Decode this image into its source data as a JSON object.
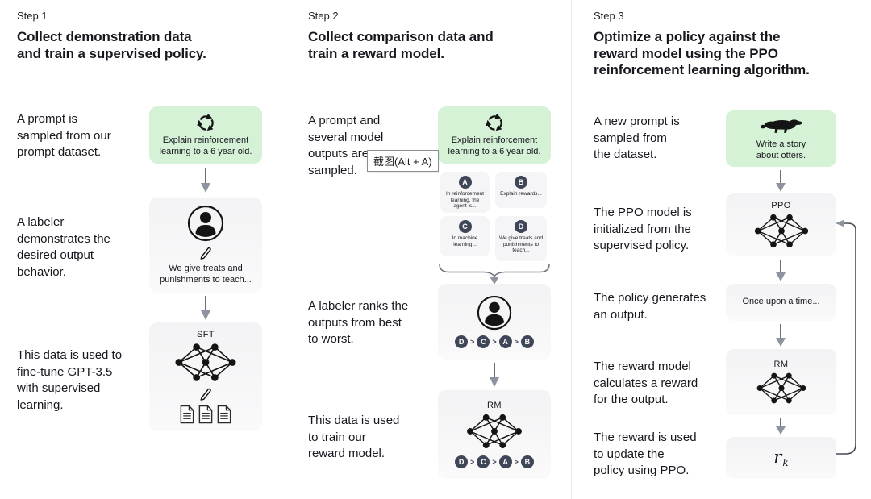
{
  "colors": {
    "background": "#ffffff",
    "text": "#17171f",
    "green_card": "#d6f2d6",
    "gray_card": "#f4f4f6",
    "badge": "#3f4657",
    "arrow_stem": "#474c58",
    "arrow_head": "#8f93a0",
    "divider": "#ececec"
  },
  "icons": {
    "refresh_cycle": "three circular arrows (sampling)",
    "labeler_person": "person silhouette in circle",
    "pencil": "pencil / writing",
    "documents": "three text documents",
    "neural_network": "7-node network glyph",
    "otter": "otter silhouette"
  },
  "tooltip": {
    "text": "截图(Alt + A)"
  },
  "step1": {
    "label": "Step 1",
    "title": "Collect demonstration data\nand train a supervised policy.",
    "para_prompt": "A prompt is\nsampled from our\nprompt dataset.",
    "para_labeler": "A labeler\ndemonstrates the\ndesired output\nbehavior.",
    "para_data": "This data is used to\nfine-tune GPT-3.5\nwith supervised\nlearning.",
    "prompt_card": {
      "text": "Explain reinforcement\nlearning to a 6 year old."
    },
    "demo_card": {
      "text": "We give treats and\npunishments to teach..."
    },
    "sft_card": {
      "label": "SFT"
    }
  },
  "step2": {
    "label": "Step 2",
    "title": "Collect comparison data and\ntrain a reward model.",
    "para_prompt": "A prompt and\nseveral model\noutputs are\nsampled.",
    "para_rank": "A labeler ranks the\noutputs from best\nto worst.",
    "para_train": "This data is used\nto train our\nreward model.",
    "prompt_card": {
      "text": "Explain reinforcement\nlearning to a 6 year old."
    },
    "outputs": [
      {
        "badge": "A",
        "text": "In reinforcement\nlearning, the\nagent is..."
      },
      {
        "badge": "B",
        "text": "Explain rewards..."
      },
      {
        "badge": "C",
        "text": "In machine\nlearning..."
      },
      {
        "badge": "D",
        "text": "We give treats and\npunishments to\nteach..."
      }
    ],
    "ranking": [
      "D",
      ">",
      "C",
      ">",
      "A",
      ">",
      "B"
    ],
    "rm_card": {
      "label": "RM"
    }
  },
  "step3": {
    "label": "Step 3",
    "title": "Optimize a policy against the\nreward model using the PPO\nreinforcement learning algorithm.",
    "para_prompt": "A new prompt is\nsampled from\nthe dataset.",
    "para_init": "The PPO model is\ninitialized from the\nsupervised policy.",
    "para_output": "The policy generates\nan output.",
    "para_reward": "The reward model\ncalculates a reward\nfor the output.",
    "para_update": "The reward is used\nto update the\npolicy using PPO.",
    "prompt_card": {
      "text": "Write a story\nabout otters."
    },
    "ppo_card": {
      "label": "PPO"
    },
    "output_card": {
      "text": "Once upon a time..."
    },
    "rm_card": {
      "label": "RM"
    },
    "reward_card": {
      "symbol": "r",
      "subscript": "k"
    }
  }
}
